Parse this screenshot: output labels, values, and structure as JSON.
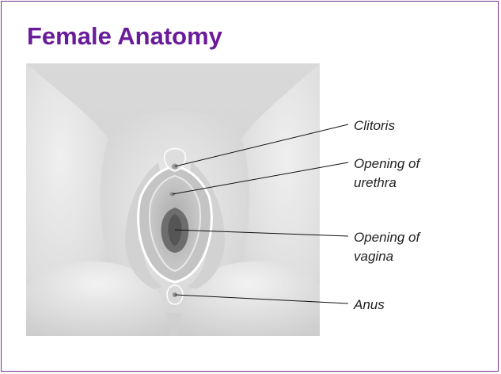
{
  "title": "Female Anatomy",
  "labels": {
    "clitoris": "Clitoris",
    "urethra_line1": "Opening of",
    "urethra_line2": "urethra",
    "vagina_line1": "Opening of",
    "vagina_line2": "vagina",
    "anus": "Anus"
  },
  "colors": {
    "title": "#6a1b9a",
    "border": "#7a2e8e"
  }
}
